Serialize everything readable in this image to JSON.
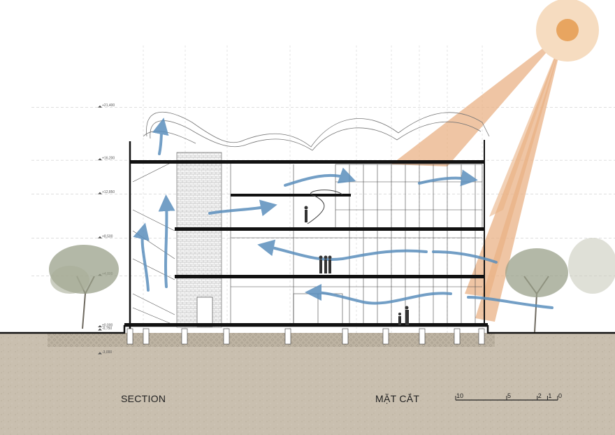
{
  "titles": {
    "section_en": "SECTION",
    "section_vn": "MẶT CẮT"
  },
  "levels": [
    {
      "label": "+21,400",
      "elev": 21.4
    },
    {
      "label": "+16,200",
      "elev": 16.2
    },
    {
      "label": "+12,850",
      "elev": 12.85
    },
    {
      "label": "+8,500",
      "elev": 8.5
    },
    {
      "label": "+4,800",
      "elev": 4.8
    },
    {
      "label": "±0,000",
      "elev": 0.0
    },
    {
      "label": "-0,750",
      "elev": -0.75
    },
    {
      "label": "-3,000",
      "elev": -3.0
    }
  ],
  "scale_bar": {
    "ticks": [
      "10",
      "5",
      "2",
      "1",
      "0"
    ],
    "values": [
      10,
      5,
      2,
      1,
      0
    ]
  },
  "colors": {
    "sun": "#e8a560",
    "sun_glow": "#f6dcc0",
    "light_rays": "#eab285",
    "airflow": "#5b8fbd",
    "ground": "#c9bfaf",
    "slab": "#111111",
    "trees": "#9aa08a"
  }
}
